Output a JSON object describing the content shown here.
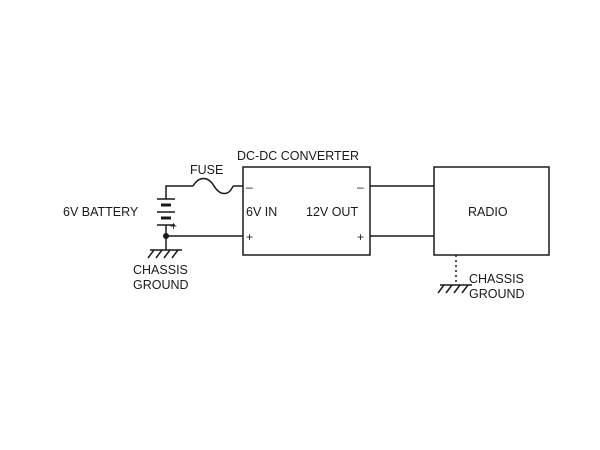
{
  "labels": {
    "battery": "6V BATTERY",
    "fuse": "FUSE",
    "converter_title": "DC-DC CONVERTER",
    "converter_in": "6V IN",
    "converter_out": "12V OUT",
    "radio": "RADIO",
    "chassis_line1": "CHASSIS",
    "chassis_line2": "GROUND",
    "radio_ground_line1": "CHASSIS",
    "radio_ground_line2": "GROUND"
  },
  "symbols": {
    "battery_plus": "+",
    "in_minus": "–",
    "in_plus": "+",
    "out_minus": "–",
    "out_plus": "+"
  },
  "colors": {
    "line": "#1a1a1a",
    "background": "#ffffff"
  }
}
